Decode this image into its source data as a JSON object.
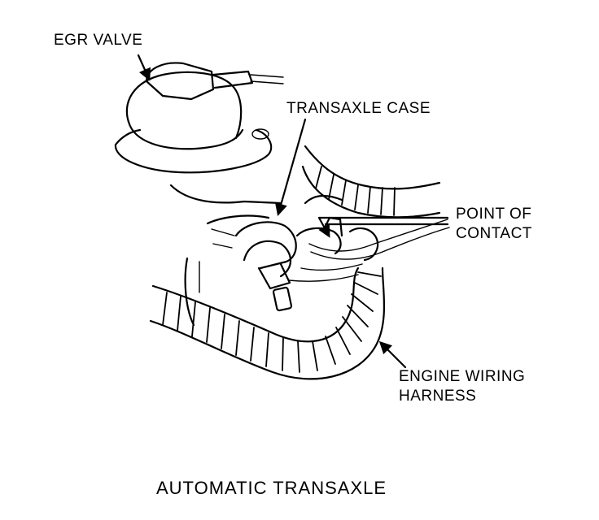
{
  "labels": {
    "egr_valve": "EGR VALVE",
    "transaxle_case": "TRANSAXLE CASE",
    "point_of_contact_line1": "POINT OF",
    "point_of_contact_line2": "CONTACT",
    "wiring_harness_line1": "ENGINE WIRING",
    "wiring_harness_line2": "HARNESS"
  },
  "caption": "AUTOMATIC TRANSAXLE",
  "colors": {
    "ink": "#000000",
    "paper": "#ffffff"
  }
}
